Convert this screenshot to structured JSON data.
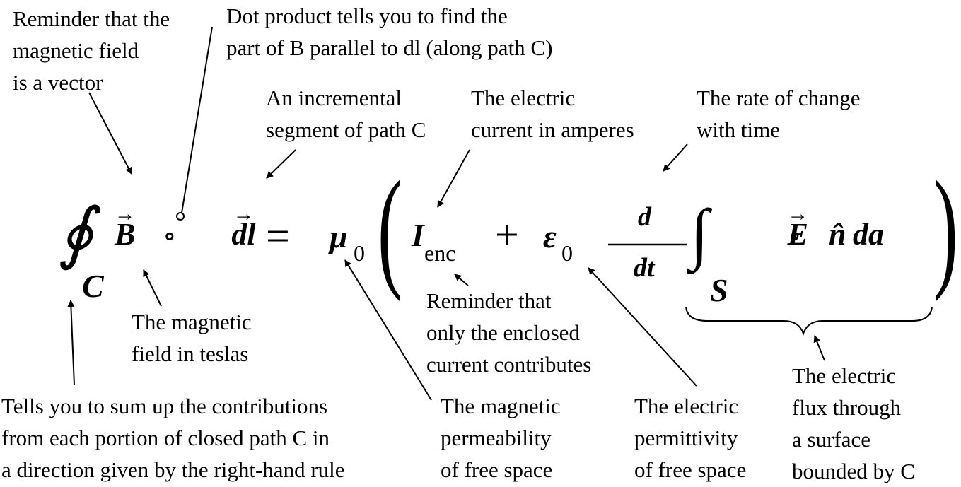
{
  "annotations": {
    "vector_reminder": [
      "Reminder that the",
      "magnetic field",
      "is a vector"
    ],
    "dot_product": [
      "Dot product tells you to find the",
      "part of B parallel to dl (along path C)"
    ],
    "incremental_segment": [
      "An incremental",
      "segment of path C"
    ],
    "electric_current": [
      "The electric",
      "current in amperes"
    ],
    "rate_of_change": [
      "The rate of change",
      "with time"
    ],
    "magnetic_field": [
      "The magnetic",
      "field in teslas"
    ],
    "enclosed_current": [
      "Reminder that",
      "only the enclosed",
      "current contributes"
    ],
    "closed_path_sum": [
      "Tells you to sum up the contributions",
      "from each portion of closed path C in",
      "a direction given by the right-hand rule"
    ],
    "permeability": [
      "The magnetic",
      "permeability",
      "of free space"
    ],
    "permittivity": [
      "The electric",
      "permittivity",
      "of free space"
    ],
    "electric_flux": [
      "The electric",
      "flux through",
      "a surface",
      "bounded by C"
    ]
  },
  "equation": {
    "oint": "∮",
    "path_C": "C",
    "B": "B",
    "dot": "∘",
    "dl": "dl",
    "equals": "=",
    "mu": "μ",
    "mu_sub": "0",
    "I": "I",
    "I_sub": "enc",
    "plus": "+",
    "epsilon": "ε",
    "epsilon_sub": "0",
    "d": "d",
    "dt": "dt",
    "int": "∫",
    "surface_S": "S",
    "E": "E",
    "n_hat": "n̂",
    "da": "da",
    "vector_arrow": "→"
  }
}
